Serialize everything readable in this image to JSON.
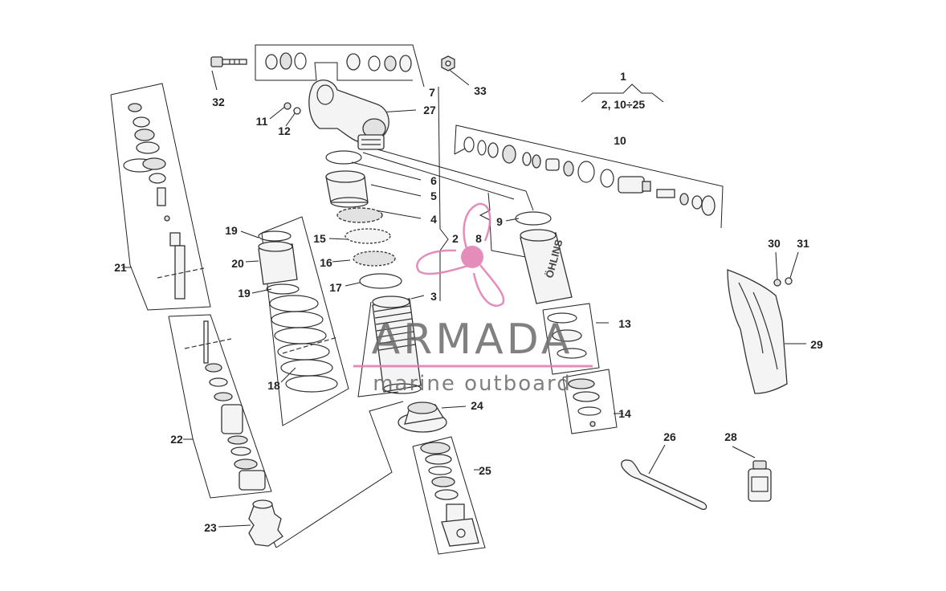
{
  "diagram": {
    "labels": {
      "l1": "1",
      "l1sub": "2, 10÷25",
      "l2": "2",
      "l3": "3",
      "l4": "4",
      "l5": "5",
      "l6": "6",
      "l7": "7",
      "l8": "8",
      "l9": "9",
      "l10": "10",
      "l11": "11",
      "l12": "12",
      "l13": "13",
      "l14": "14",
      "l15": "15",
      "l16": "16",
      "l17": "17",
      "l18": "18",
      "l19a": "19",
      "l19b": "19",
      "l20": "20",
      "l21": "21",
      "l22": "22",
      "l23": "23",
      "l24": "24",
      "l25": "25",
      "l26": "26",
      "l27": "27",
      "l28": "28",
      "l29": "29",
      "l30": "30",
      "l31": "31",
      "l32": "32",
      "l33": "33"
    },
    "brand_text": "ÖHLINS"
  },
  "watermark": {
    "title": "ARMADA",
    "subtitle": "marine outboard",
    "accent_color": "#e07ab0",
    "text_color": "#6b6b6b"
  }
}
